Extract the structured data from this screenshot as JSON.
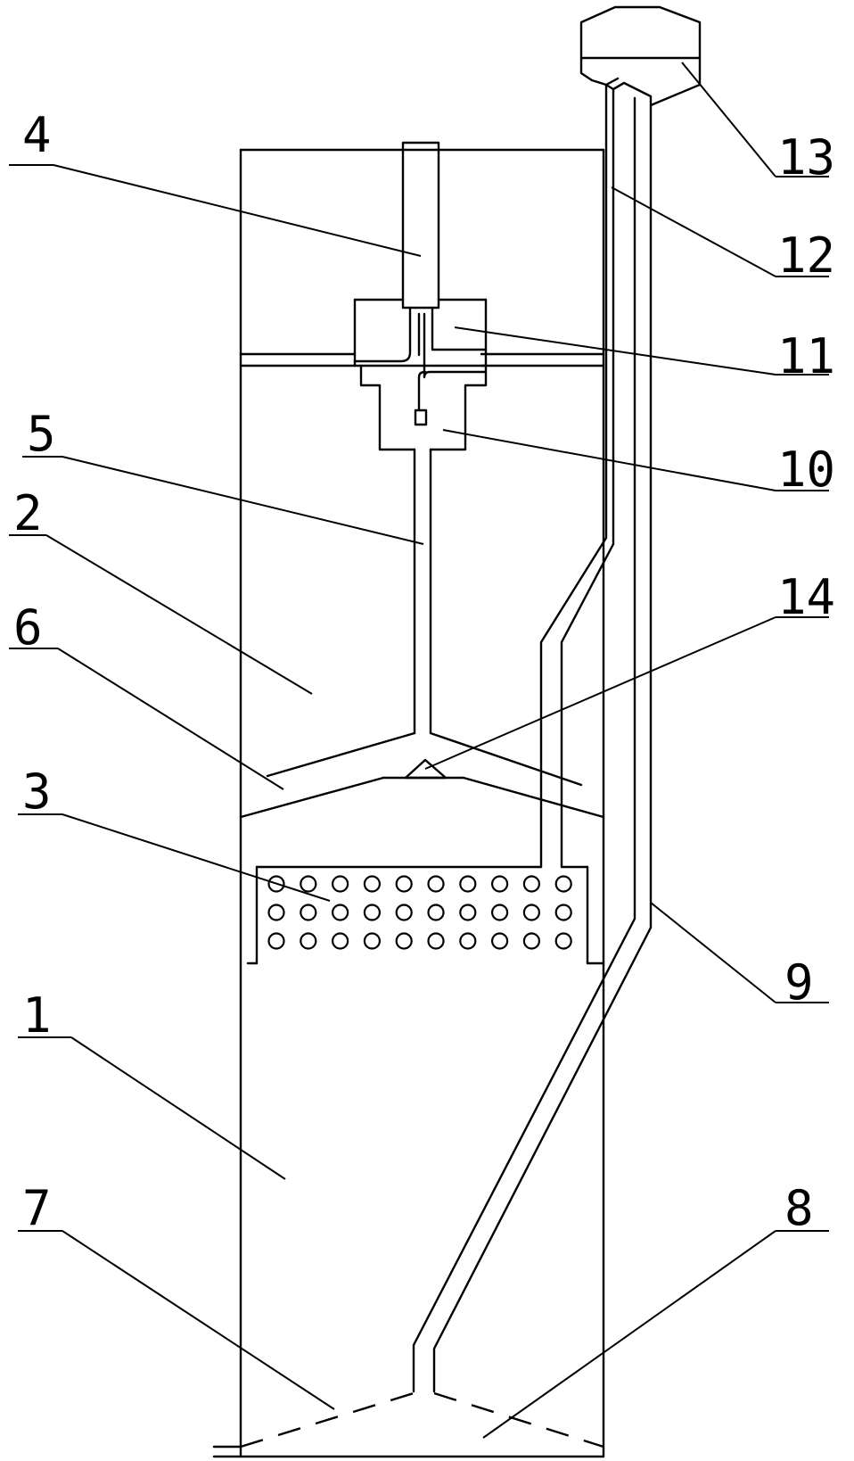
{
  "diagram": {
    "labels": [
      {
        "id": "1",
        "text": "1"
      },
      {
        "id": "2",
        "text": "2"
      },
      {
        "id": "3",
        "text": "3"
      },
      {
        "id": "4",
        "text": "4"
      },
      {
        "id": "5",
        "text": "5"
      },
      {
        "id": "6",
        "text": "6"
      },
      {
        "id": "7",
        "text": "7"
      },
      {
        "id": "8",
        "text": "8"
      },
      {
        "id": "9",
        "text": "9"
      },
      {
        "id": "10",
        "text": "10"
      },
      {
        "id": "11",
        "text": "11"
      },
      {
        "id": "12",
        "text": "12"
      },
      {
        "id": "13",
        "text": "13"
      },
      {
        "id": "14",
        "text": "14"
      }
    ],
    "colors": {
      "line": "#000000",
      "background": "#ffffff"
    }
  }
}
